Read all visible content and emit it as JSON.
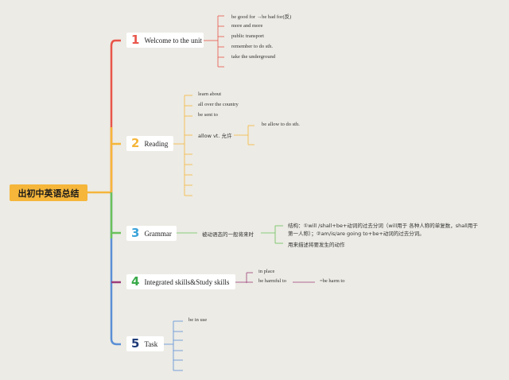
{
  "root": {
    "label": "出初中英语总结"
  },
  "branches": [
    {
      "number": "1",
      "title": "Welcome to the unit",
      "color": "#e8554a",
      "leaves": [
        "be good for →be bad for(反)",
        "more and more",
        "public transport",
        "remember to do sth.",
        "take the underground",
        ""
      ]
    },
    {
      "number": "2",
      "title": "Reading",
      "color": "#f5b63a",
      "leaves": [
        "learn about",
        "all over the country",
        "be sent to",
        "allow vt. 允许",
        "",
        "",
        "",
        ""
      ],
      "sub_leaf": "be allow to do sth."
    },
    {
      "number": "3",
      "title": "Grammar",
      "color": "#6ac259",
      "mid_label": "被动语态的一般将来时",
      "leaves": [
        "结构：①will /shall+be+动词的过去分词（will用于 各种人称的单复数，shall用于",
        "第一人称）；②am/is/are going to+be+动词的过去分词。",
        "用来描述将要发生的动作"
      ]
    },
    {
      "number": "4",
      "title": "Integrated skills&Study skills",
      "color": "#9c3d7a",
      "leaves": [
        "in place",
        "be harmful to"
      ],
      "sub_leaf": "=be harm to"
    },
    {
      "number": "5",
      "title": "Task",
      "color": "#5b8fd6",
      "leaves": [
        "be in use",
        "",
        "",
        "",
        "",
        ""
      ]
    }
  ],
  "colors": {
    "background": "#ecebe5",
    "root": "#f5b63a",
    "trunk": "#f5b63a"
  }
}
